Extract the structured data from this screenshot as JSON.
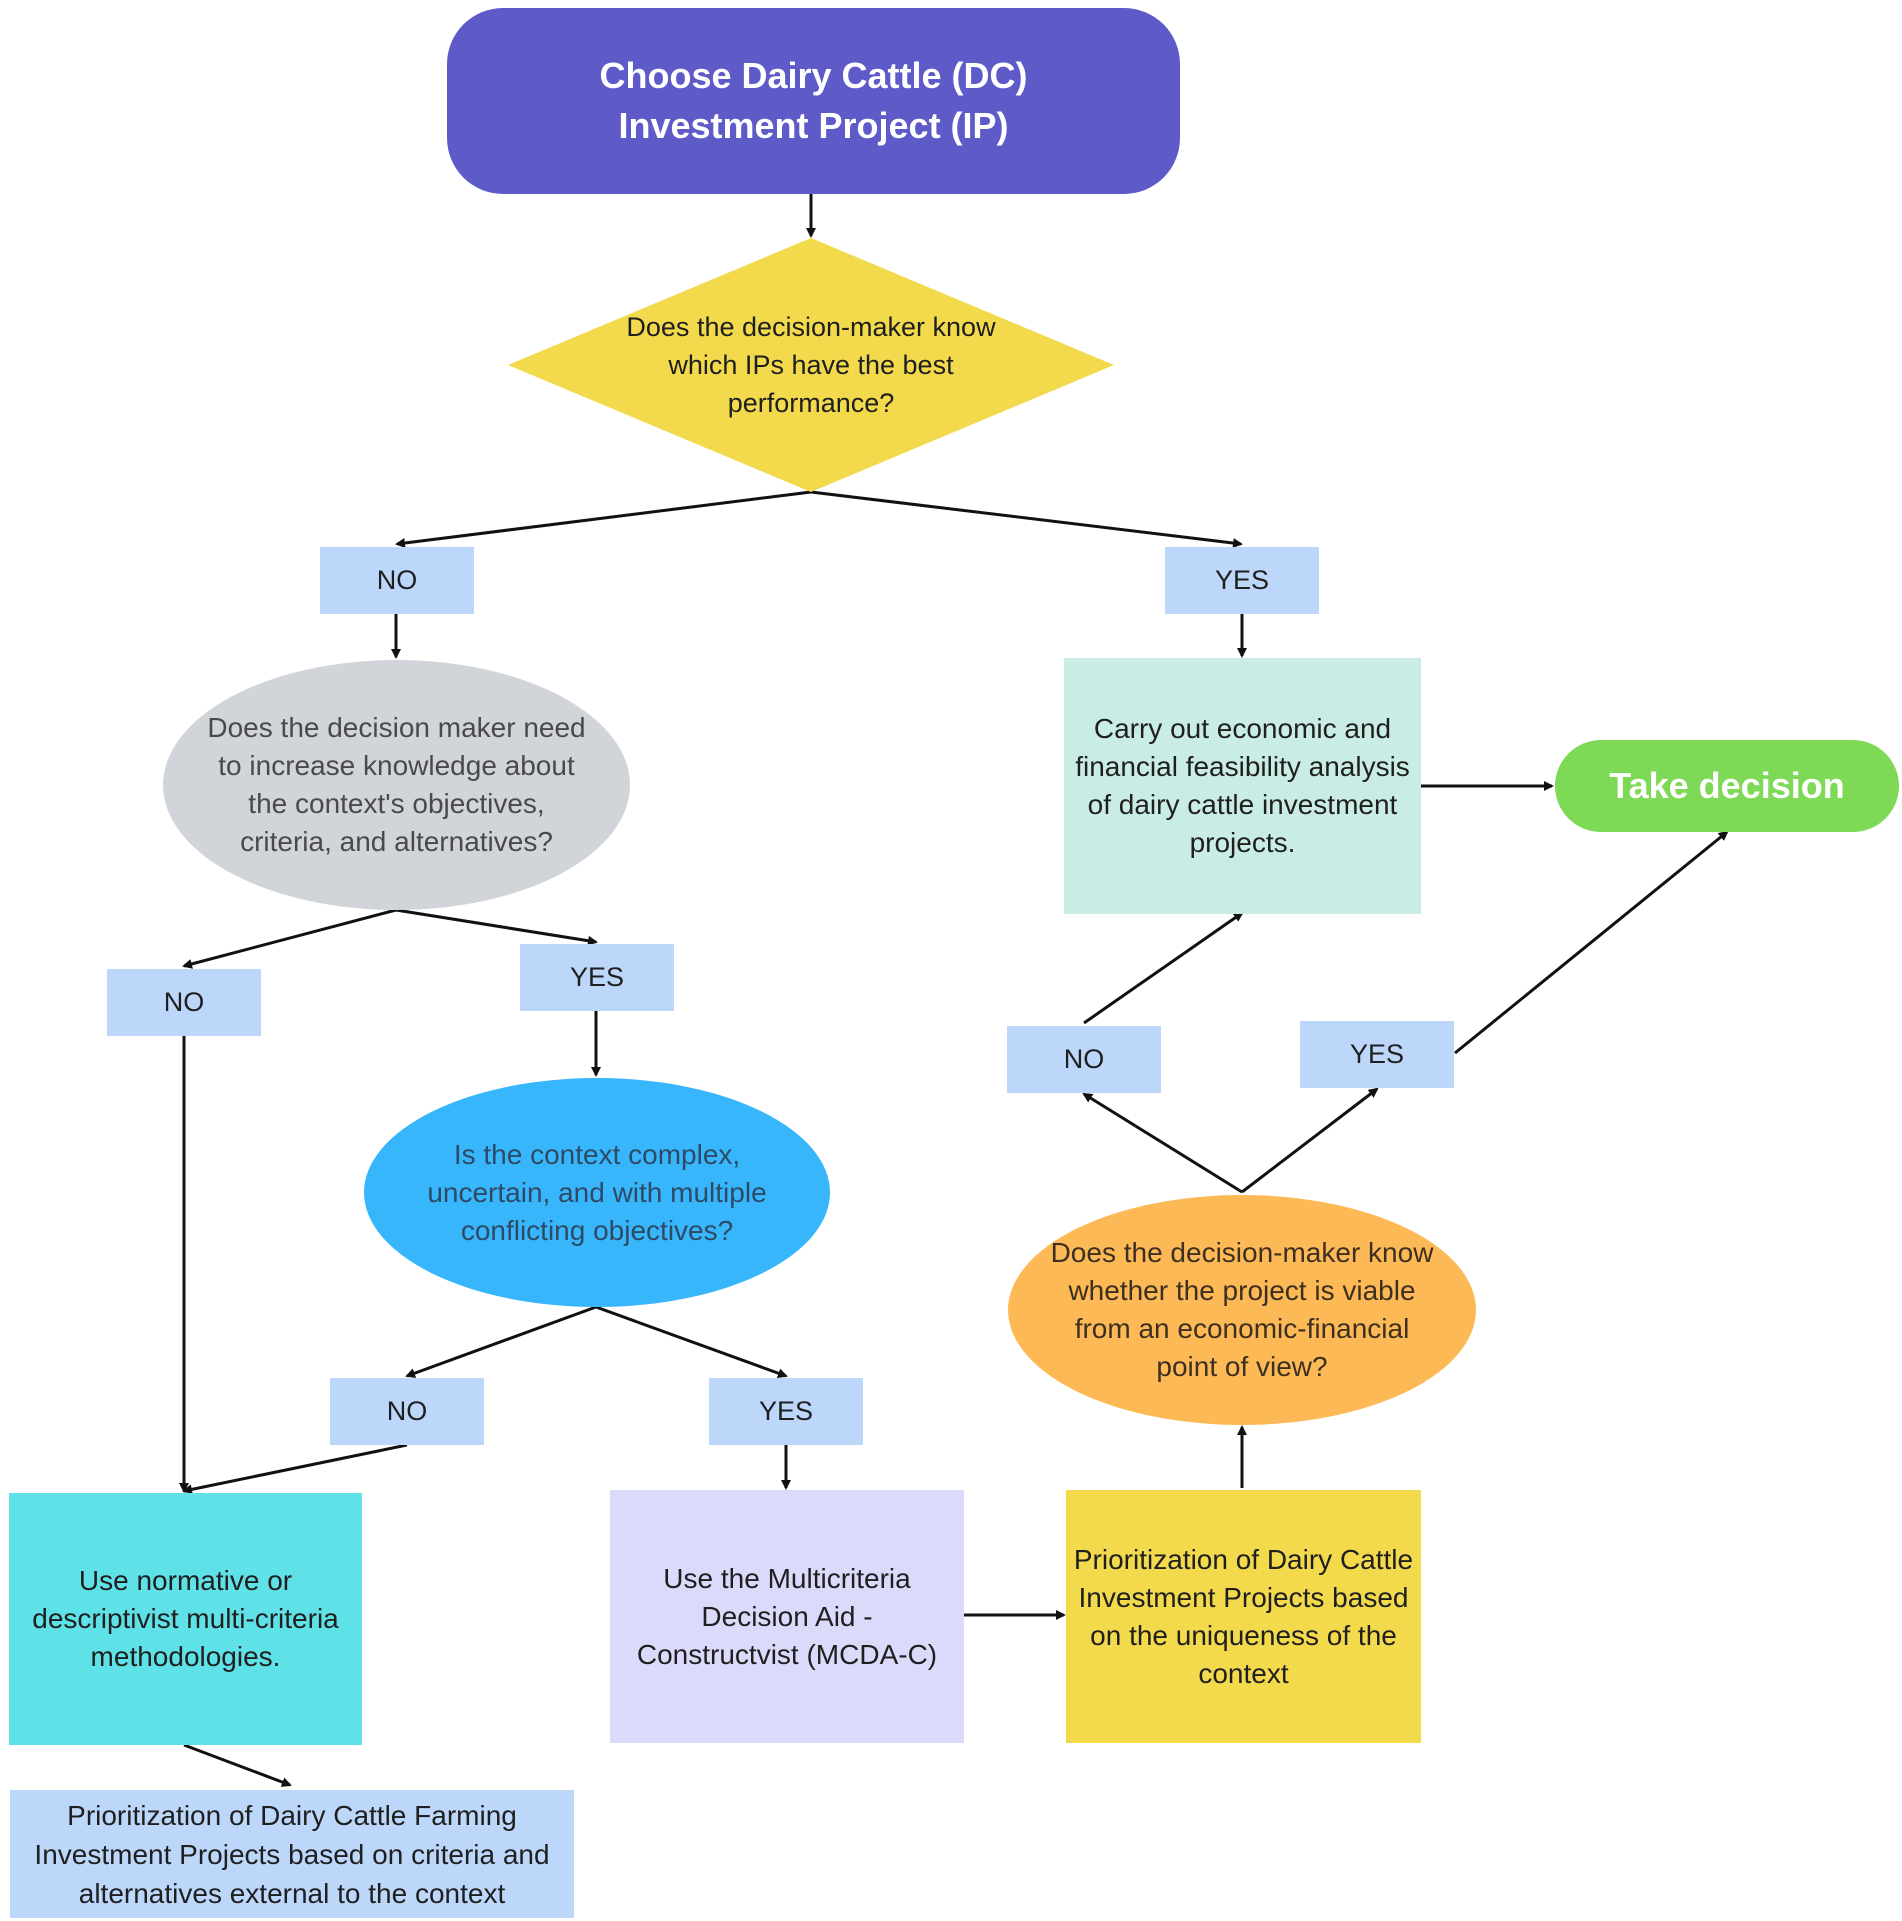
{
  "colors": {
    "start": "#5e5bc8",
    "question_main": "#f2da4c",
    "label": "#bdd7fb",
    "knowledge_question": "#d1d4d9",
    "context_question": "#38b6fc",
    "viability_question": "#fdb955",
    "feasibility": "#c9ede4",
    "normative": "#5ee1e7",
    "mcda": "#dcdafb",
    "prioritization_context": "#f2da4c",
    "prioritization_external": "#bdd7fb",
    "decision": "#7ed957",
    "arrow": "#111111"
  },
  "nodes": {
    "start": "Choose Dairy Cattle (DC) Investment Project (IP)",
    "q_best_performance": "Does the decision-maker know which IPs have the best performance?",
    "q_increase_knowledge": "Does the decision maker need to increase knowledge about the context's objectives, criteria, and alternatives?",
    "q_complex_context": "Is the context complex, uncertain, and with multiple conflicting objectives?",
    "q_viable": "Does the decision-maker know whether the project is viable from an economic-financial point of view?",
    "feasibility_analysis": "Carry out economic and financial feasibility analysis of dairy cattle investment projects.",
    "take_decision": "Take decision",
    "normative_methods": "Use normative or descriptivist multi-criteria methodologies.",
    "mcda_c": "Use the Multicriteria Decision Aid - Constructvist (MCDA-C)",
    "prioritization_context": "Prioritization of Dairy Cattle Investment Projects based on the uniqueness of the context",
    "prioritization_external": "Prioritization of Dairy Cattle Farming Investment Projects based on criteria and alternatives external to the context"
  },
  "labels": {
    "no_1": "NO",
    "yes_1": "YES",
    "no_2": "NO",
    "yes_2": "YES",
    "no_3": "NO",
    "yes_3": "YES",
    "no_4": "NO",
    "yes_4": "YES"
  }
}
